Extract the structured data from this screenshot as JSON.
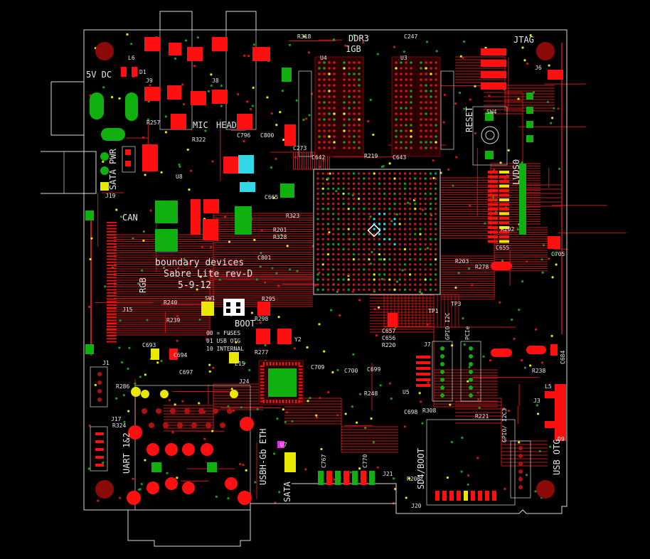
{
  "board": {
    "title_line1": "boundary devices",
    "title_line2": "Sabre Lite rev-D",
    "date": "5-9-12",
    "memory_line1": "DDR3",
    "memory_line2": "1GB"
  },
  "connectors": {
    "power": "5V DC",
    "mic": "MIC",
    "head": "HEAD",
    "sata_pwr": "SATA PWR",
    "can": "CAN",
    "rgb": "RGB",
    "jtag": "JTAG",
    "reset": "RESET",
    "lvds0": "LVDS0",
    "gpio_i2c": "GPIO I2C",
    "pcie": "PCIe",
    "usbh_gb_eth": "USBH-Gb ETH",
    "sata": "SATA",
    "uart": "UART 1&2",
    "sd4_boot": "SD4/BOOT",
    "gpio_i2c3": "GPIO/ I2C3",
    "usb_otg": "USB OTG",
    "boot": "BOOT"
  },
  "boot_modes": {
    "line1": "00 = FUSES",
    "line2": "01 USB OTG",
    "line3": "10 INTERNAL"
  },
  "refdes": {
    "r318": "R318",
    "c247": "C247",
    "r219": "R219",
    "c273": "C273",
    "c642": "C642",
    "c643": "C643",
    "u3": "U3",
    "u4": "U4",
    "r322": "R322",
    "c796": "C796",
    "c800": "C800",
    "u8": "U8",
    "r257": "R257",
    "j8": "J8",
    "j9": "J9",
    "l6": "L6",
    "d1": "D1",
    "j6": "J6",
    "j7": "J7",
    "sw4": "SW4",
    "sw1": "SW1",
    "r240": "R240",
    "r239": "R239",
    "r295": "R295",
    "r298": "R298",
    "c693": "C693",
    "c694": "C694",
    "c697": "C697",
    "r286": "R286",
    "j1": "J1",
    "j15": "J15",
    "j17": "J17",
    "r324": "R324",
    "j19": "J19",
    "y2": "Y2",
    "r277": "R277",
    "l15": "L15",
    "j24": "J24",
    "c709": "C709",
    "c700": "C700",
    "c699": "C699",
    "r248": "R248",
    "c698": "C698",
    "r308": "R308",
    "u5": "U5",
    "c705": "C705",
    "c655": "C655",
    "r202": "R202",
    "r203": "R203",
    "r278": "R278",
    "c801": "C801",
    "r201": "R201",
    "r328": "R328",
    "c665": "C665",
    "r323": "R323",
    "j21": "J21",
    "j20": "J20",
    "r206": "R206",
    "c767": "C767",
    "c770": "C770",
    "u7": "U7",
    "l5": "L5",
    "j3": "J3",
    "r238": "R238",
    "c684": "C684",
    "tp1": "TP1",
    "tp3": "TP3",
    "c657": "C657",
    "c656": "C656",
    "r220": "R220",
    "r221": "R221",
    "d9": "D9"
  },
  "colors": {
    "background": "#000000",
    "board_outline": "#d8d8d8",
    "copper_top": "#c81818",
    "pad": "#ff1010",
    "pad_dark": "#b01010",
    "silkscreen": "#e8e8e8",
    "via_green": "#1a9a1a",
    "via_yellow": "#e8e800",
    "cyan": "#30d8e8",
    "green_pad": "#10b010",
    "mounting_hole": "#8a0a0a",
    "magenta": "#e030e0"
  }
}
